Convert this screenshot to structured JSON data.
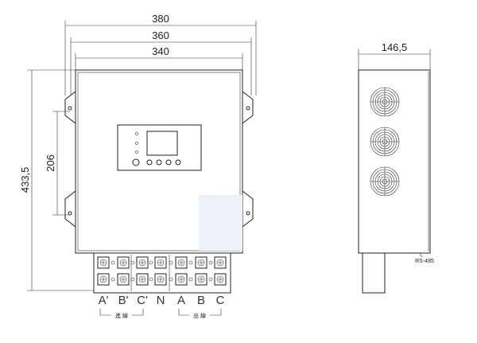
{
  "front_view": {
    "dimensions": {
      "overall_width": "380",
      "mount_width": "360",
      "body_width": "340",
      "height": "433,5",
      "mount_spacing": "206"
    },
    "terminals": {
      "input_labels": [
        "A'",
        "B'",
        "C'",
        "N"
      ],
      "output_labels": [
        "A",
        "B",
        "C"
      ],
      "input_group_label": "進 線",
      "output_group_label": "出 線"
    }
  },
  "side_view": {
    "dimensions": {
      "depth": "146,5"
    },
    "port_label": "RS-485"
  }
}
